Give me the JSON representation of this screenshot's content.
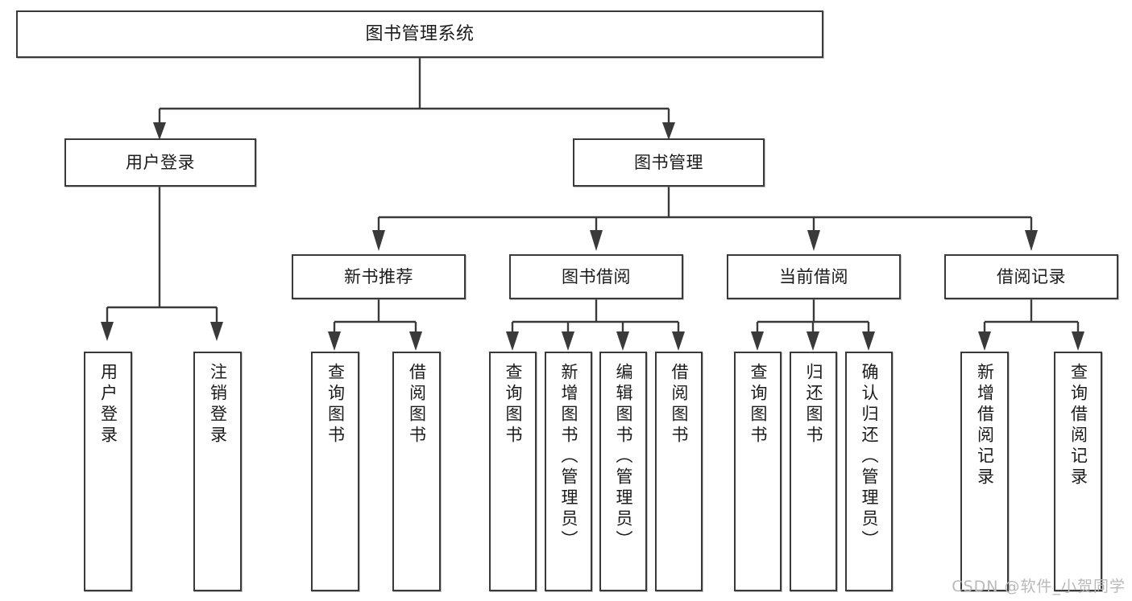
{
  "diagram": {
    "type": "tree",
    "title": "图书管理系统",
    "watermark": "CSDN @软件_小贺同学",
    "colors": {
      "box_border": "#3a3a3a",
      "box_fill": "#ffffff",
      "text": "#1b1b1b",
      "edge": "#3a3a3a",
      "watermark": "#b9b9b9",
      "background": "#ffffff"
    },
    "root": {
      "label": "图书管理系统"
    },
    "level1": [
      {
        "label": "用户登录"
      },
      {
        "label": "图书管理"
      }
    ],
    "level2": [
      {
        "label": "新书推荐"
      },
      {
        "label": "图书借阅"
      },
      {
        "label": "当前借阅"
      },
      {
        "label": "借阅记录"
      }
    ],
    "leaves": {
      "user_login": [
        {
          "label": "用户登录"
        },
        {
          "label": "注销登录"
        }
      ],
      "new_book_recommend": [
        {
          "label": "查询图书"
        },
        {
          "label": "借阅图书"
        }
      ],
      "book_borrow": [
        {
          "label": "查询图书"
        },
        {
          "label": "新增图书（管理员）"
        },
        {
          "label": "编辑图书（管理员）"
        },
        {
          "label": "借阅图书"
        }
      ],
      "current_borrow": [
        {
          "label": "查询图书"
        },
        {
          "label": "归还图书"
        },
        {
          "label": "确认归还（管理员）"
        }
      ],
      "borrow_record": [
        {
          "label": "新增借阅记录"
        },
        {
          "label": "查询借阅记录"
        }
      ]
    }
  }
}
